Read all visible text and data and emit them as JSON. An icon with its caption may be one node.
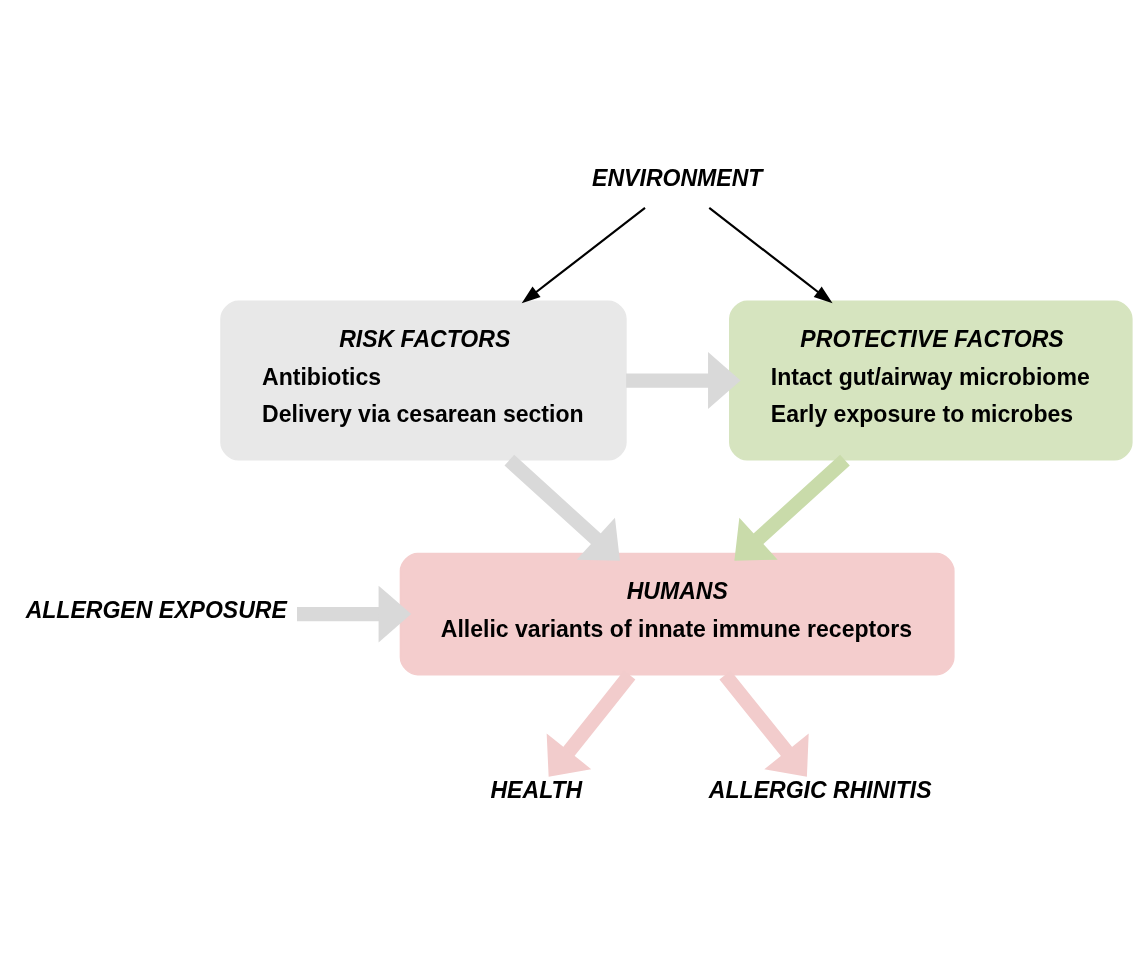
{
  "diagram": {
    "nodes": [
      {
        "text": [
          "ENVIRONMENT"
        ]
      },
      {
        "text": [
          "PROTECTIVE FACTORS",
          "Intact gut/airway microbiome",
          "Early exposure to microbes"
        ]
      },
      {
        "text": [
          "RISK FACTORS",
          "Antibiotics",
          "Delivery via cesarean section"
        ]
      },
      {
        "text": [
          "HUMANS",
          "Allelic variants of innate immune receptors"
        ]
      },
      {
        "text": [
          "ALLERGEN EXPOSURE"
        ]
      },
      {
        "text": [
          "HEALTH"
        ]
      },
      {
        "text": [
          "ALLERGIC RHINITIS"
        ]
      }
    ],
    "edges": [
      {
        "from": 0,
        "to": 1,
        "arrow": "to",
        "color": "#000000"
      },
      {
        "from": 0,
        "to": 2,
        "arrow": "to",
        "color": "#000000"
      },
      {
        "from": 2,
        "to": 1,
        "arrow": "to",
        "color": "#d9d9d9"
      },
      {
        "from": 1,
        "to": 3,
        "arrow": "to",
        "color": "#c9dbaa"
      },
      {
        "from": 2,
        "to": 3,
        "arrow": "to",
        "color": "#d9d9d9"
      },
      {
        "from": 4,
        "to": 3,
        "arrow": "to",
        "color": "#d9d9d9"
      },
      {
        "from": 3,
        "to": 5,
        "arrow": "to",
        "color": "#f2cccc"
      },
      {
        "from": 3,
        "to": 6,
        "arrow": "to",
        "color": "#f2cccc"
      }
    ]
  }
}
